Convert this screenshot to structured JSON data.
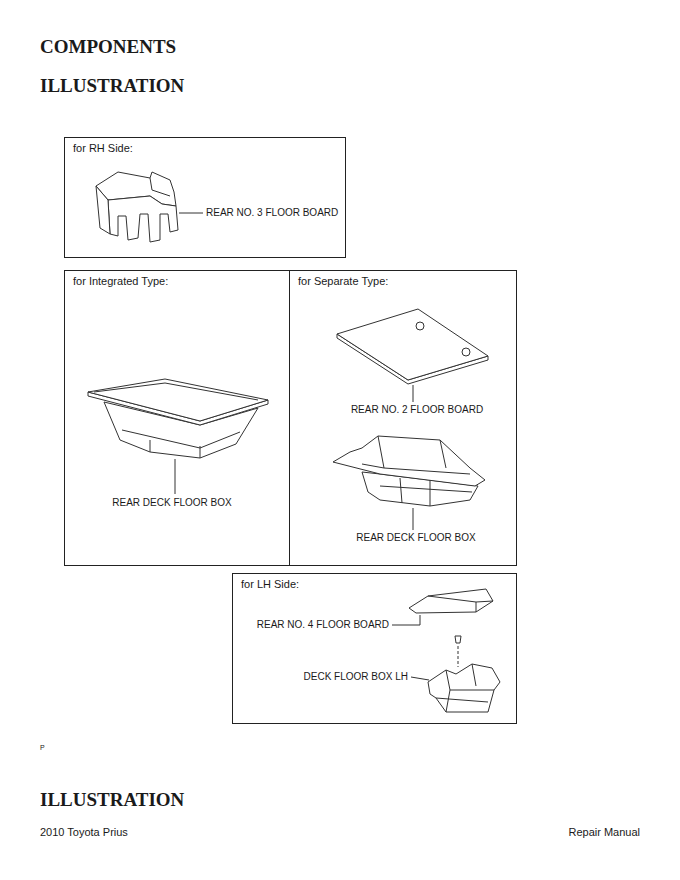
{
  "diagram": {
    "title": "COMPONENTS",
    "nodes": [
      {
        "text": [
          "for RH Side:"
        ]
      },
      {
        "text": [
          "for Integrated Type:"
        ]
      },
      {
        "text": [
          "for Separate Type:"
        ]
      },
      {
        "text": [
          "for LH Side:"
        ]
      }
    ],
    "labels": [
      "ILLUSTRATION",
      "REAR NO. 3 FLOOR BOARD",
      "REAR DECK FLOOR BOX",
      "REAR NO. 2 FLOOR BOARD",
      "REAR DECK FLOOR BOX",
      "REAR NO. 4 FLOOR BOARD",
      "DECK FLOOR BOX LH",
      "P",
      "ILLUSTRATION",
      "2010 Toyota Prius",
      "Repair Manual"
    ]
  }
}
